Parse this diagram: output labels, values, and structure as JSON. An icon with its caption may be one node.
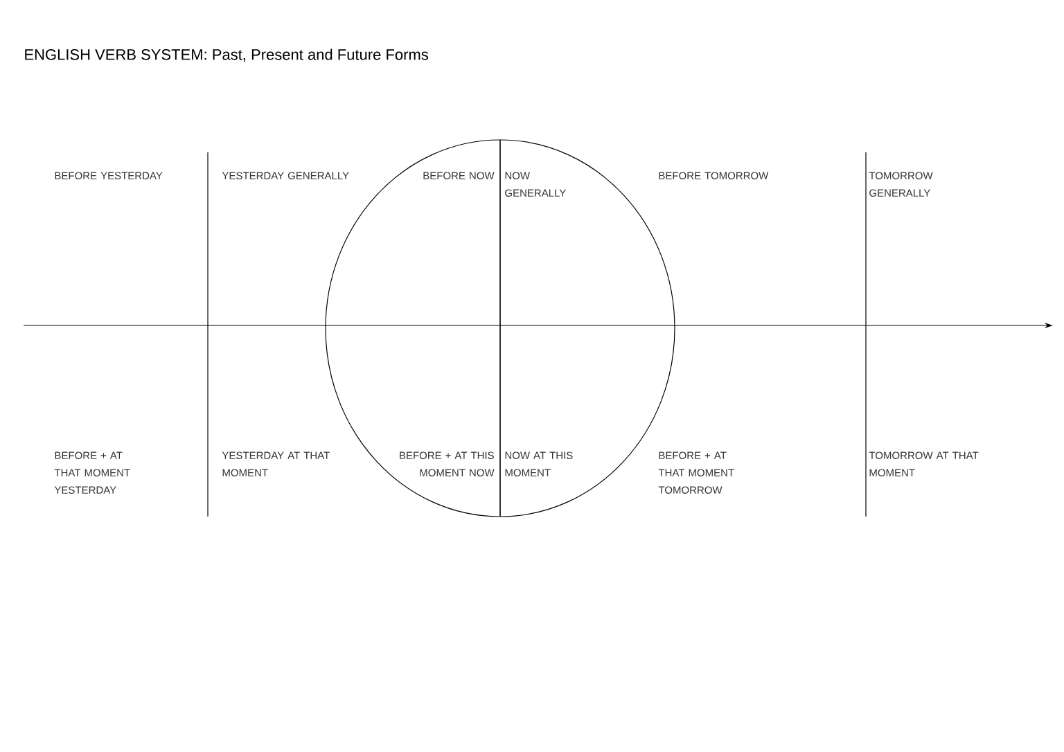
{
  "diagram": {
    "title": "ENGLISH VERB SYSTEM: Past, Present and Future Forms",
    "labels": [
      "BEFORE YESTERDAY",
      "YESTERDAY GENERALLY",
      "BEFORE NOW",
      "NOW GENERALLY",
      "BEFORE TOMORROW",
      "TOMORROW GENERALLY",
      "BEFORE + AT THAT MOMENT YESTERDAY",
      "YESTERDAY AT THAT MOMENT",
      "BEFORE + AT THIS MOMENT NOW",
      "NOW AT THIS MOMENT",
      "BEFORE + AT THAT MOMENT TOMORROW",
      "TOMORROW AT THAT MOMENT"
    ]
  }
}
